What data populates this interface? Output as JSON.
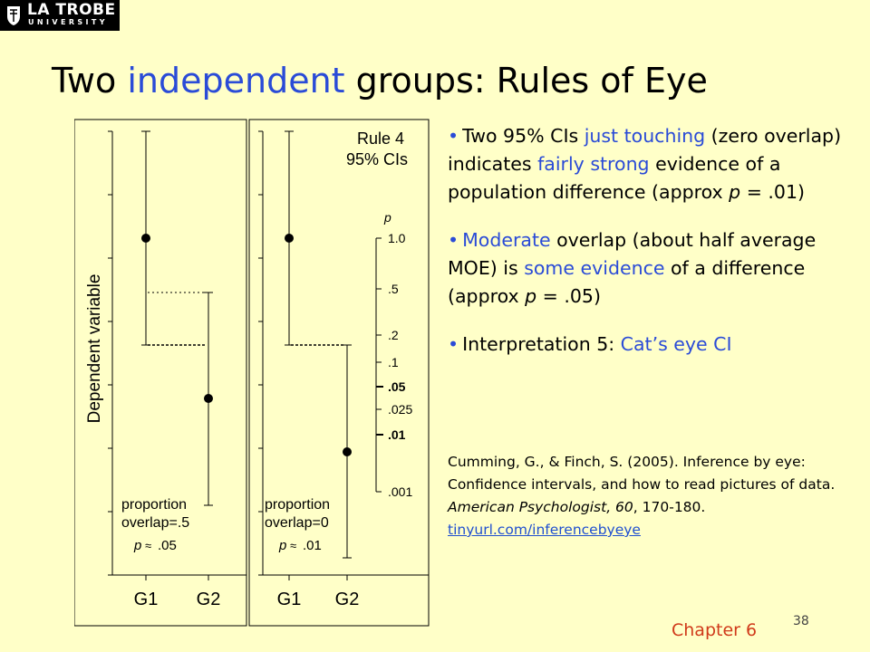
{
  "logo": {
    "line1": "LA TROBE",
    "line2": "UNIVERSITY"
  },
  "title": {
    "part1": "Two ",
    "highlight": "independent",
    "part2": " groups: Rules of Eye"
  },
  "figure": {
    "y_axis_label": "Dependent variable",
    "rule_title": "Rule 4",
    "rule_subtitle": "95% CIs",
    "p_scale_header": "p",
    "p_scale_ticks": [
      "1.0",
      ".5",
      ".2",
      ".1",
      ".05",
      ".025",
      ".01",
      ".001"
    ],
    "left_panel": {
      "x_labels": [
        "G1",
        "G2"
      ],
      "annotation_line1": "proportion",
      "annotation_line2": "overlap=.5",
      "p_label": "p",
      "p_value": ".05"
    },
    "right_panel": {
      "x_labels": [
        "G1",
        "G2"
      ],
      "annotation_line1": "proportion",
      "annotation_line2": "overlap=0",
      "p_label": "p",
      "p_value": ".01"
    }
  },
  "bullets": [
    {
      "segments": [
        {
          "text": "Two 95% CIs ",
          "color": "black"
        },
        {
          "text": "just touching",
          "color": "blue"
        },
        {
          "text": " (zero overlap) indicates ",
          "color": "black"
        },
        {
          "text": "fairly strong",
          "color": "blue"
        },
        {
          "text": " evidence of a population difference (approx ",
          "color": "black"
        },
        {
          "text": "p",
          "color": "black",
          "italic": true
        },
        {
          "text": " = .01)",
          "color": "black"
        }
      ]
    },
    {
      "segments": [
        {
          "text": "Moderate",
          "color": "blue"
        },
        {
          "text": " overlap (about half average MOE) is ",
          "color": "black"
        },
        {
          "text": "some evidence",
          "color": "blue"
        },
        {
          "text": " of a difference (approx ",
          "color": "black"
        },
        {
          "text": "p",
          "color": "black",
          "italic": true
        },
        {
          "text": " = .05)",
          "color": "black"
        }
      ]
    },
    {
      "segments": [
        {
          "text": "Interpretation 5: ",
          "color": "black"
        },
        {
          "text": "Cat’s eye CI",
          "color": "blue"
        }
      ]
    }
  ],
  "reference": {
    "text1": "Cumming, G., & Finch, S. (2005). Inference by eye: Confidence intervals, and how to read pictures of data. ",
    "journal": "American Psychologist, 60",
    "text2": ", 170-180. ",
    "link": "tinyurl.com/inferencebyeye"
  },
  "chapter": "Chapter 6",
  "page_number": "38",
  "colors": {
    "background": "#ffffc8",
    "accent_blue": "#2a4bd7",
    "chapter_red": "#d03a1a",
    "link_blue": "#1f4fd0"
  }
}
